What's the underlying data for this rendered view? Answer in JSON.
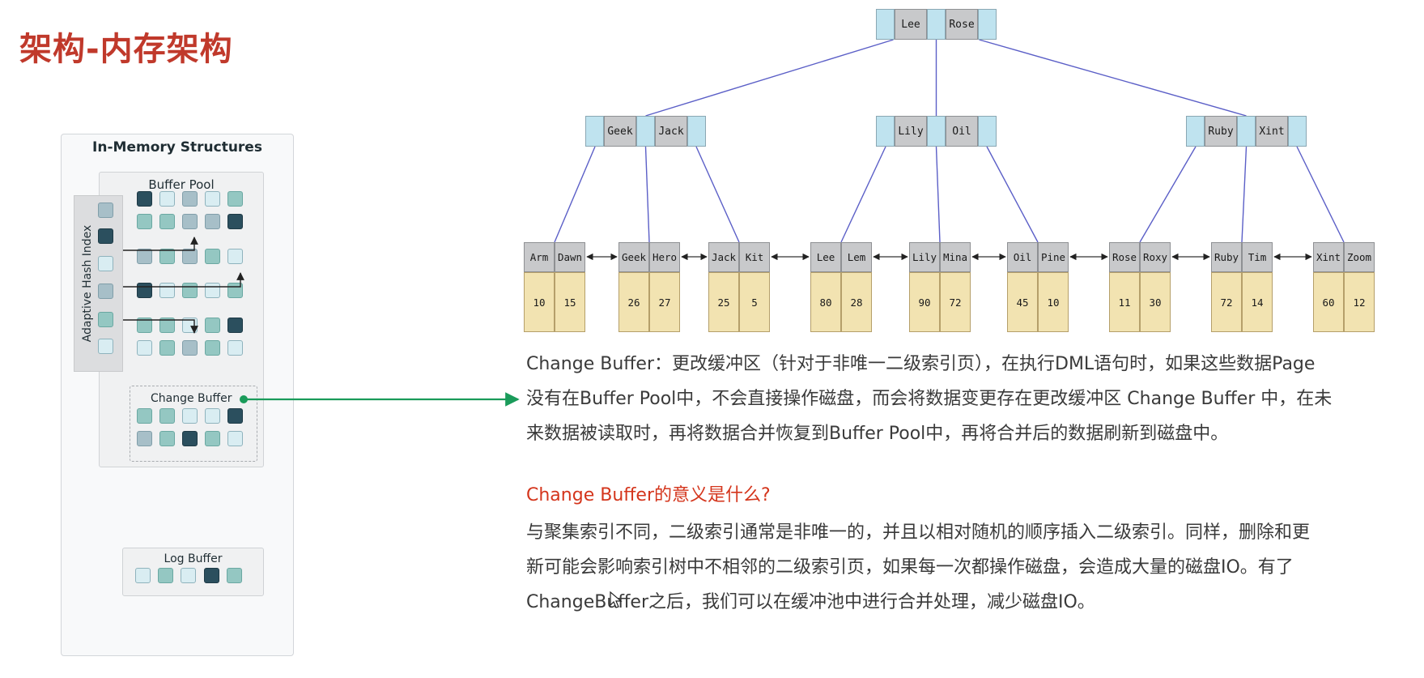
{
  "page": {
    "title": "架构-内存架构"
  },
  "memory": {
    "title": "In-Memory Structures",
    "buffer_pool_label": "Buffer Pool",
    "adaptive_hash_index_label": "Adaptive Hash Index",
    "change_buffer_label": "Change Buffer",
    "log_buffer_label": "Log Buffer",
    "colors": {
      "dark": "#2b4f5e",
      "teal": "#94c7c2",
      "slate": "#a7bfc8",
      "light": "#d9edf2",
      "arrow_green": "#1a9b5a"
    },
    "ahi_cells": [
      "slate",
      "dark",
      "light",
      "slate",
      "teal",
      "light"
    ],
    "buffer_pool_rows": [
      [
        "dark",
        "light",
        "slate",
        "light",
        "teal"
      ],
      [
        "teal",
        "teal",
        "slate",
        "slate",
        "dark"
      ],
      [
        "slate",
        "teal",
        "slate",
        "teal",
        "light"
      ],
      [
        "dark",
        "light",
        "teal",
        "light",
        "teal"
      ],
      [
        "teal",
        "teal",
        "light",
        "teal",
        "dark"
      ],
      [
        "light",
        "teal",
        "slate",
        "teal",
        "light"
      ]
    ],
    "change_buffer_rows": [
      [
        "teal",
        "teal",
        "light",
        "light",
        "dark"
      ],
      [
        "slate",
        "teal",
        "dark",
        "teal",
        "light"
      ]
    ],
    "log_buffer_cells": [
      "light",
      "teal",
      "light",
      "dark",
      "teal"
    ]
  },
  "tree": {
    "root": {
      "keys": [
        "Lee",
        "Rose"
      ]
    },
    "internal": [
      {
        "keys": [
          "Geek",
          "Jack"
        ]
      },
      {
        "keys": [
          "Lily",
          "Oil"
        ]
      },
      {
        "keys": [
          "Ruby",
          "Xint"
        ]
      }
    ],
    "leaves": [
      {
        "keys": [
          "Arm",
          "Dawn"
        ],
        "values": [
          "10",
          "15"
        ]
      },
      {
        "keys": [
          "Geek",
          "Hero"
        ],
        "values": [
          "26",
          "27"
        ]
      },
      {
        "keys": [
          "Jack",
          "Kit"
        ],
        "values": [
          "25",
          "5"
        ]
      },
      {
        "keys": [
          "Lee",
          "Lem"
        ],
        "values": [
          "80",
          "28"
        ]
      },
      {
        "keys": [
          "Lily",
          "Mina"
        ],
        "values": [
          "90",
          "72"
        ]
      },
      {
        "keys": [
          "Oil",
          "Pine"
        ],
        "values": [
          "45",
          "10"
        ]
      },
      {
        "keys": [
          "Rose",
          "Roxy"
        ],
        "values": [
          "11",
          "30"
        ]
      },
      {
        "keys": [
          "Ruby",
          "Tim"
        ],
        "values": [
          "72",
          "14"
        ]
      },
      {
        "keys": [
          "Xint",
          "Zoom"
        ],
        "values": [
          "60",
          "12"
        ]
      }
    ],
    "colors": {
      "key_fill": "#c8c9cb",
      "pointer_fill": "#bfe3ef",
      "value_fill": "#f2e3b1",
      "edge": "#5b5fc7"
    }
  },
  "text": {
    "definition_lines": [
      "Change Buffer：更改缓冲区（针对于非唯一二级索引页），在执行DML语句时，如果这些数据Page",
      "没有在Buffer Pool中，不会直接操作磁盘，而会将数据变更存在更改缓冲区 Change Buffer 中，在未",
      "来数据被读取时，再将数据合并恢复到Buffer Pool中，再将合并后的数据刷新到磁盘中。"
    ],
    "question": "Change Buffer的意义是什么?",
    "answer_lines": [
      "与聚集索引不同，二级索引通常是非唯一的，并且以相对随机的顺序插入二级索引。同样，删除和更",
      "新可能会影响索引树中不相邻的二级索引页，如果每一次都操作磁盘，会造成大量的磁盘IO。有了",
      "ChangeBuffer之后，我们可以在缓冲池中进行合并处理，减少磁盘IO。"
    ]
  }
}
